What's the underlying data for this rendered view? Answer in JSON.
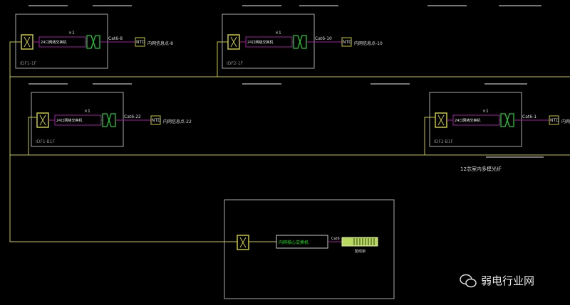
{
  "colors": {
    "fiber": "#c8c832",
    "cat6": "#a020a0",
    "odf": "#c8c832",
    "switch_port": "#22c832",
    "frame": "#aaaaaa"
  },
  "idfs": [
    {
      "name": "IDF1-1F",
      "switch": "24口网络交换机",
      "qty": "×1",
      "cable": "Cat6-8",
      "ntd": "NTD",
      "points": "内网信息点-8"
    },
    {
      "name": "IDF2-1F",
      "switch": "24口网络交换机",
      "qty": "×1",
      "cable": "Cat6-10",
      "ntd": "NTD",
      "points": "内网信息点-10"
    },
    {
      "name": "IDF1-B1F",
      "switch": "24口网络交换机",
      "qty": "×1",
      "cable": "Cat6-22",
      "ntd": "NTD",
      "points": "内网信息点-22"
    },
    {
      "name": "IDF2-B1F",
      "switch": "24口网络交换机",
      "qty": "×1",
      "cable": "Cat6-1",
      "ntd": "NTD",
      "points": "内网"
    }
  ],
  "fiber_label": "12芯室内多模光纤",
  "core": {
    "switch": "内网核心交换机",
    "cable": "Cat6",
    "patch_panel": "配线架"
  },
  "watermark": "弱电行业网"
}
